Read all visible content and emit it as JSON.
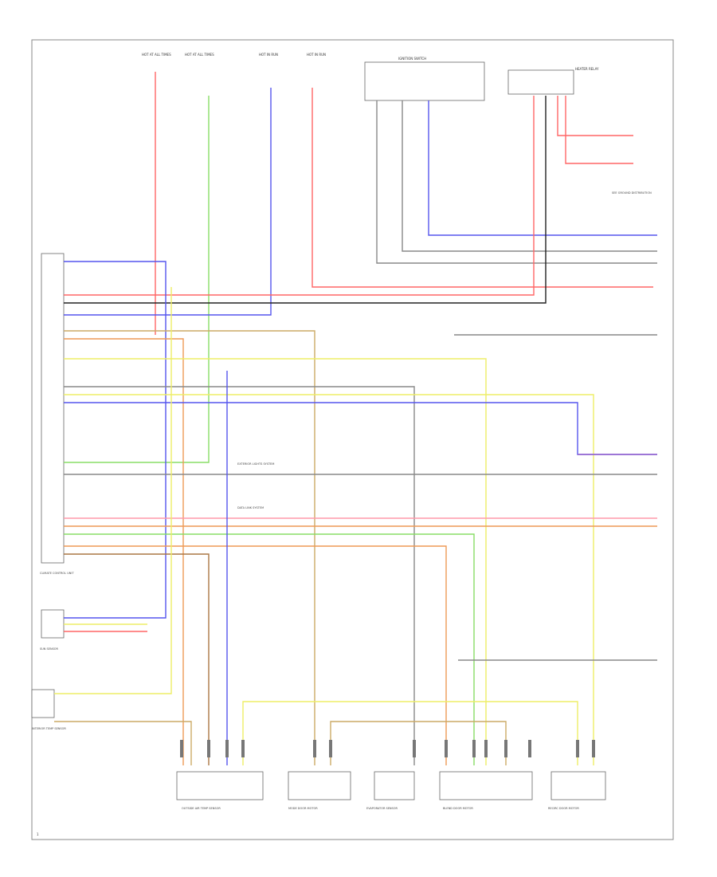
{
  "colors": {
    "red": "#ff6666",
    "pink": "#ff99aa",
    "green": "#88dd66",
    "blue": "#5555ee",
    "violet": "#9966cc",
    "yellow": "#eeee66",
    "orange": "#ee9955",
    "tan": "#ccaa66",
    "grey": "#888888",
    "black": "#222222",
    "white": "#cccccc",
    "brown": "#aa7744"
  },
  "fuses": [
    {
      "id": "f1",
      "label": "HOT AT ALL TIMES"
    },
    {
      "id": "f2",
      "label": "HOT AT ALL TIMES"
    },
    {
      "id": "f3",
      "label": "HOT IN RUN"
    },
    {
      "id": "f4",
      "label": "HOT IN RUN"
    }
  ],
  "top_components": {
    "ignition_switch": "IGNITION SWITCH",
    "heater_relay": "HEATER RELAY",
    "right_connector_note": "SEE GROUND DISTRIBUTION"
  },
  "left_components": {
    "climate_control_unit": "CLIMATE CONTROL UNIT",
    "sun_sensor": "SUN SENSOR",
    "interior_temp_sensor": "INTERIOR TEMP SENSOR"
  },
  "mid_notes": {
    "note1": "EXTERIOR LIGHTS SYSTEM",
    "note2": "DATA LINK SYSTEM"
  },
  "bottom_components": [
    {
      "id": "b1",
      "label": "OUTSIDE AIR TEMP SENSOR"
    },
    {
      "id": "b2",
      "label": "MODE DOOR MOTOR"
    },
    {
      "id": "b3",
      "label": "EVAPORATOR SENSOR"
    },
    {
      "id": "b4",
      "label": "BLEND DOOR MOTOR"
    },
    {
      "id": "b5",
      "label": "RECIRC DOOR MOTOR"
    }
  ],
  "footer": {
    "code": "1"
  }
}
